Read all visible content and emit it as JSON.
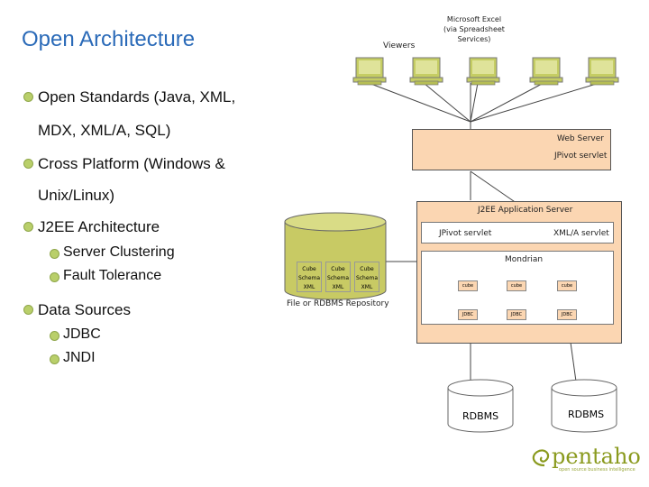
{
  "title": "Open Architecture",
  "bullets": {
    "open_standards_1": "Open Standards (Java, XML,",
    "open_standards_2": "MDX, XML/A, SQL)",
    "cross_platform_1": "Cross Platform (Windows &",
    "cross_platform_2": "Unix/Linux)",
    "j2ee": "J2EE Architecture",
    "server_clustering": "Server Clustering",
    "fault_tolerance": "Fault Tolerance",
    "data_sources": "Data Sources",
    "jdbc": "JDBC",
    "jndi": "JNDI"
  },
  "diagram": {
    "viewers": "Viewers",
    "excel_1": "Microsoft Excel",
    "excel_2": "(via Spreadsheet",
    "excel_3": "Services)",
    "web_server": "Web Server",
    "jpivot_servlet_web": "JPivot servlet",
    "app_server": "J2EE Application Server",
    "jpivot_servlet_app": "JPivot servlet",
    "xmla_servlet": "XML/A servlet",
    "mondrian": "Mondrian",
    "cube": "cube",
    "jdbc": "JDBC",
    "repository": "File or RDBMS Repository",
    "doc_line1": "Cube",
    "doc_line2": "Schema",
    "doc_line3": "XML",
    "rdbms": "RDBMS"
  },
  "logo": {
    "name": "pentaho",
    "tagline": "open source business intelligence"
  },
  "colors": {
    "title": "#2a6ab8",
    "bullet": "#b9cf6a",
    "server": "#fbd6b2",
    "monitor": "#c5cd63",
    "logo": "#8a9a1e"
  }
}
